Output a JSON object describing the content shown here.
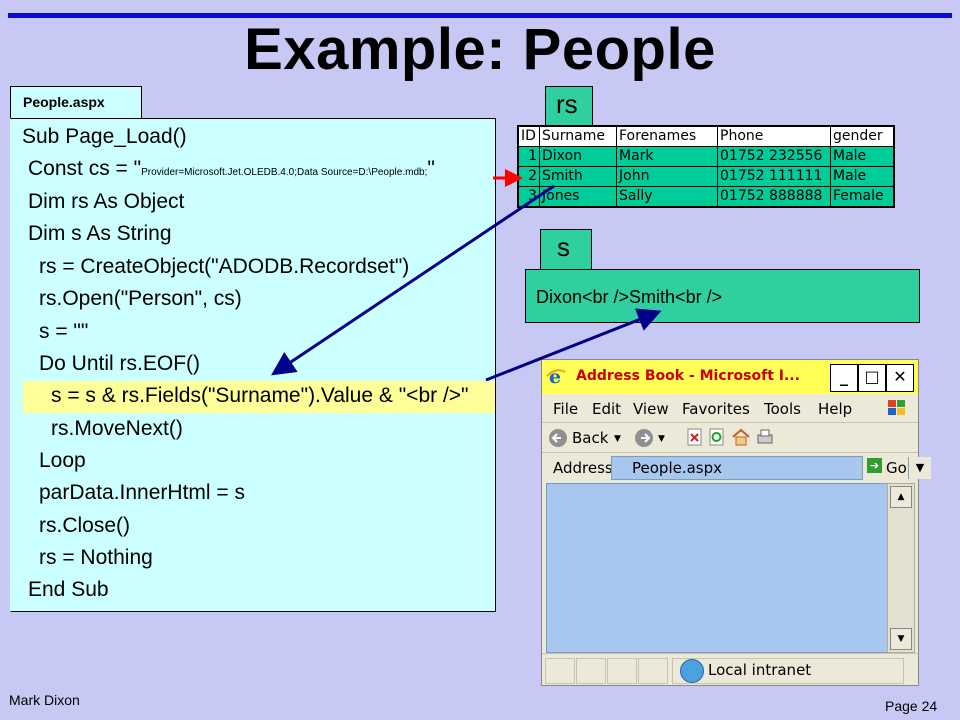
{
  "slide": {
    "title": "Example: People",
    "author": "Mark Dixon",
    "page": "Page 24"
  },
  "code": {
    "tab_label": "People.aspx",
    "lines": [
      "Sub Page_Load()",
      "Const cs = \"",
      "Provider=Microsoft.Jet.OLEDB.4.0;Data  Source=D:\\People.mdb;",
      "\"",
      "Dim rs As Object",
      "Dim s As String",
      "rs = CreateObject(\"ADODB.Recordset\")",
      "rs.Open(\"Person\", cs)",
      "s = \"\"",
      "Do Until rs.EOF()",
      "s = s & rs.Fields(\"Surname\").Value & \"<br />\"",
      "rs.MoveNext()",
      "Loop",
      "parData.InnerHtml = s",
      "rs.Close()",
      "rs = Nothing",
      "End Sub"
    ]
  },
  "rs": {
    "label": "rs",
    "headers": [
      "ID",
      "Surname",
      "Forenames",
      "Phone",
      "gender"
    ],
    "rows": [
      [
        "1",
        "Dixon",
        "Mark",
        "01752 232556",
        "Male"
      ],
      [
        "2",
        "Smith",
        "John",
        "01752 111111",
        "Male"
      ],
      [
        "3",
        "Jones",
        "Sally",
        "01752 888888",
        "Female"
      ]
    ]
  },
  "s": {
    "label": "s",
    "value": "Dixon<br />Smith<br />"
  },
  "browser": {
    "title": "Address Book - Microsoft I...",
    "menu": [
      "File",
      "Edit",
      "View",
      "Favorites",
      "Tools",
      "Help"
    ],
    "back_label": "Back",
    "address_label": "Address",
    "address_value": "People.aspx",
    "go_label": "Go",
    "status": "Local intranet"
  },
  "colors": {
    "background": "#c8c8f4",
    "code_panel": "#ccffff",
    "highlight": "#ffff99",
    "table_green": "#00cc99",
    "arrow_blue": "#00008b",
    "arrow_red": "#ff0000"
  }
}
